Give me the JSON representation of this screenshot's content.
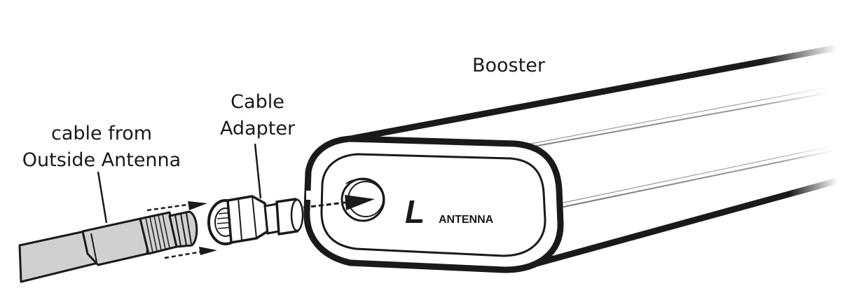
{
  "labels": {
    "booster": "Booster",
    "cable_adapter": [
      "Cable",
      "Adapter"
    ],
    "cable_source": [
      "cable from",
      "Outside Antenna"
    ]
  },
  "booster_logo": {
    "mark": "L",
    "text": "ANTENNA"
  },
  "colors": {
    "ink": "#1a1a1a",
    "cable_fill": "#d0d0d0",
    "background": "#ffffff"
  }
}
